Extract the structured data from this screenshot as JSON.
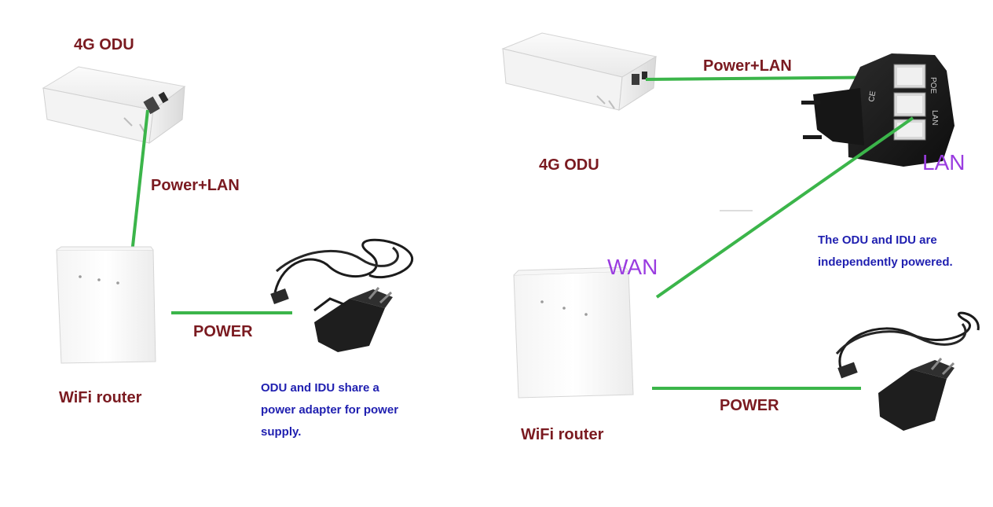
{
  "left_panel": {
    "odu_label": "4G ODU",
    "cable_label": "Power+LAN",
    "router_label": "WiFi router",
    "power_label": "POWER",
    "note_lines": [
      "ODU and IDU share a",
      "power adapter for power",
      "supply."
    ]
  },
  "right_panel": {
    "odu_label": "4G ODU",
    "cable_label": "Power+LAN",
    "lan_label": "LAN",
    "wan_label": "WAN",
    "router_label": "WiFi router",
    "power_label": "POWER",
    "note_lines": [
      "The ODU and IDU are",
      "independently powered."
    ],
    "poe_port_labels": [
      "POE",
      "LAN"
    ]
  },
  "colors": {
    "cable": "#3bb54a",
    "label_dark_red": "#7a1a20",
    "note_blue": "#1f1fb0",
    "port_label_violet": "#9a3ce0"
  }
}
